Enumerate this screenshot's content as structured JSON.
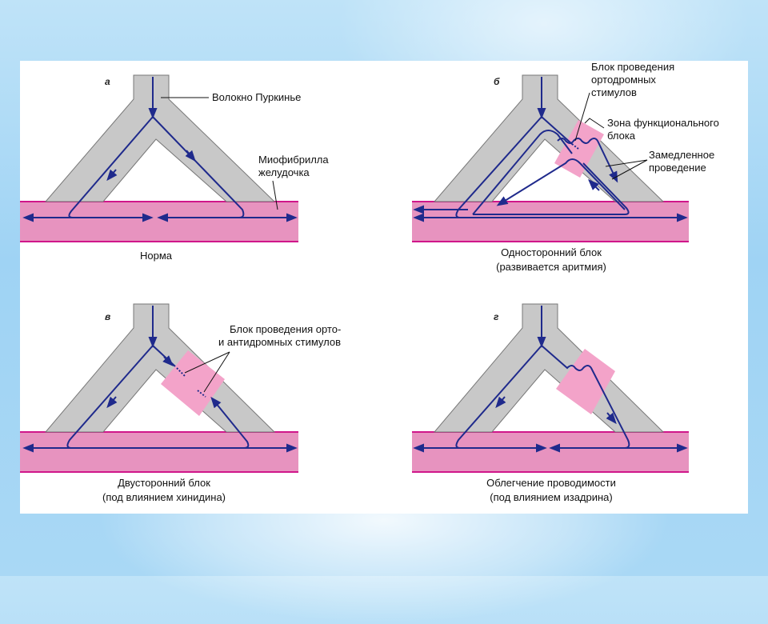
{
  "colors": {
    "fiber": "#c8c8c8",
    "fiber_edge": "#777777",
    "myofibril": "#e793bf",
    "myofibril_edge": "#d0178a",
    "path": "#1f2a8c",
    "block_zone": "#f3a3c9",
    "card": "#ffffff"
  },
  "panels": [
    {
      "tag": "а",
      "caption_1": "Норма",
      "caption_2": "",
      "labels": [
        "Волокно Пуркинье",
        "Миофибрилла",
        "желудочка"
      ]
    },
    {
      "tag": "б",
      "caption_1": "Односторонний блок",
      "caption_2": "(развивается аритмия)",
      "labels": [
        "Блок проведения",
        "ортодромных",
        "стимулов",
        "Зона функционального",
        "блока",
        "Замедленное",
        "проведение"
      ]
    },
    {
      "tag": "в",
      "caption_1": "Двусторонний блок",
      "caption_2": "(под влиянием хинидина)",
      "labels": [
        "Блок проведения орто-",
        "и антидромных стимулов"
      ]
    },
    {
      "tag": "г",
      "caption_1": "Облегчение проводимости",
      "caption_2": "(под влиянием изадрина)",
      "labels": []
    }
  ]
}
